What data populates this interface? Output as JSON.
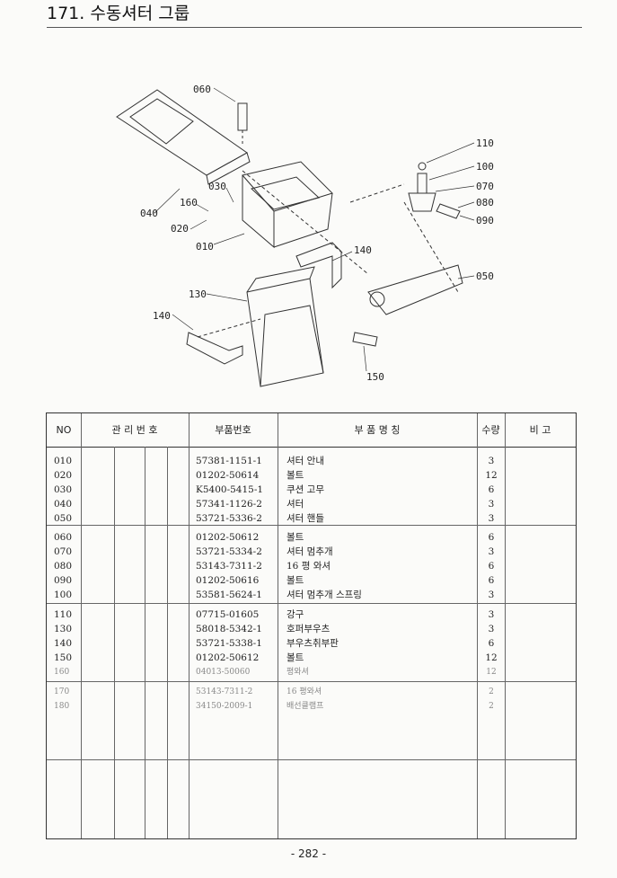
{
  "header": {
    "title": "171. 수동셔터 그룹"
  },
  "diagram": {
    "callouts": [
      "060",
      "110",
      "100",
      "070",
      "080",
      "090",
      "030",
      "160",
      "040",
      "020",
      "010",
      "140",
      "050",
      "130",
      "140",
      "150"
    ]
  },
  "table": {
    "headers": {
      "no": "NO",
      "mgmt": "관 리 번 호",
      "part_no": "부품번호",
      "part_name": "부  품  명  칭",
      "qty": "수량",
      "remarks": "비 고"
    },
    "groups": [
      {
        "rows": [
          {
            "no": "010",
            "part_no": "57381-1151-1",
            "name": "셔터 안내",
            "qty": "3"
          },
          {
            "no": "020",
            "part_no": "01202-50614",
            "name": "볼트",
            "qty": "12"
          },
          {
            "no": "030",
            "part_no": "K5400-5415-1",
            "name": "쿠션 고무",
            "qty": "6"
          },
          {
            "no": "040",
            "part_no": "57341-1126-2",
            "name": "셔터",
            "qty": "3"
          },
          {
            "no": "050",
            "part_no": "53721-5336-2",
            "name": "셔터 핸들",
            "qty": "3"
          }
        ]
      },
      {
        "rows": [
          {
            "no": "060",
            "part_no": "01202-50612",
            "name": "볼트",
            "qty": "6"
          },
          {
            "no": "070",
            "part_no": "53721-5334-2",
            "name": "셔터 멈추개",
            "qty": "3"
          },
          {
            "no": "080",
            "part_no": "53143-7311-2",
            "name": "16 평 와셔",
            "qty": "6"
          },
          {
            "no": "090",
            "part_no": "01202-50616",
            "name": "볼트",
            "qty": "6"
          },
          {
            "no": "100",
            "part_no": "53581-5624-1",
            "name": "셔터 멈추개 스프링",
            "qty": "3"
          }
        ]
      },
      {
        "rows": [
          {
            "no": "110",
            "part_no": "07715-01605",
            "name": "강구",
            "qty": "3"
          },
          {
            "no": "130",
            "part_no": "58018-5342-1",
            "name": "호퍼부우츠",
            "qty": "3"
          },
          {
            "no": "140",
            "part_no": "53721-5338-1",
            "name": "부우츠취부판",
            "qty": "6"
          },
          {
            "no": "150",
            "part_no": "01202-50612",
            "name": "볼트",
            "qty": "12"
          },
          {
            "no": "160",
            "part_no": "04013-50060",
            "name": "평와셔",
            "qty": "12",
            "faint": true
          }
        ]
      },
      {
        "rows": [
          {
            "no": "170",
            "part_no": "53143-7311-2",
            "name": "16 평와셔",
            "qty": "2",
            "faint": true
          },
          {
            "no": "180",
            "part_no": "34150-2009-1",
            "name": "배선클램프",
            "qty": "2",
            "faint": true
          }
        ]
      }
    ]
  },
  "footer": {
    "page": "- 282 -"
  }
}
